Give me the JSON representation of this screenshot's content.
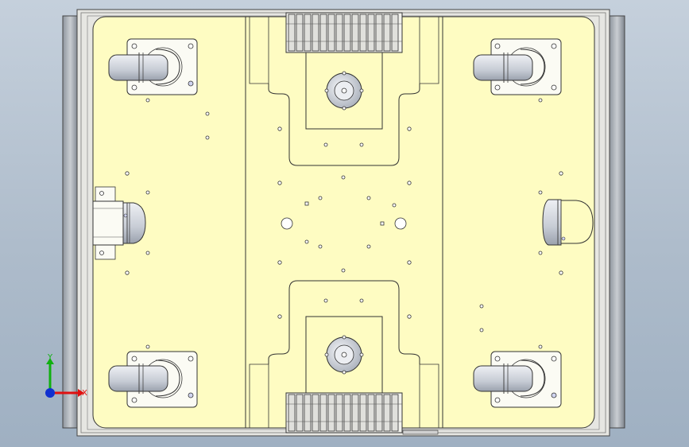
{
  "viewport": {
    "name": "cad-graphics-area"
  },
  "triad": {
    "x_label": "X",
    "y_label": "Y",
    "x_color": "#e01010",
    "y_color": "#10b010",
    "z_color": "#1030d0"
  },
  "colors": {
    "plate": "#fefcc2",
    "frame": "#d8d8d8",
    "outline": "#333333",
    "caster_wheel": "#d7dbe2",
    "hub": "#c8cfd9",
    "background_top": "#c5d0dc",
    "background_bottom": "#9fb0c2"
  },
  "model": {
    "casters": [
      "front-left",
      "front-right",
      "rear-left",
      "rear-right"
    ],
    "drive_wheels": [
      "top",
      "bottom"
    ],
    "side_wheels": [
      "left",
      "right"
    ]
  }
}
